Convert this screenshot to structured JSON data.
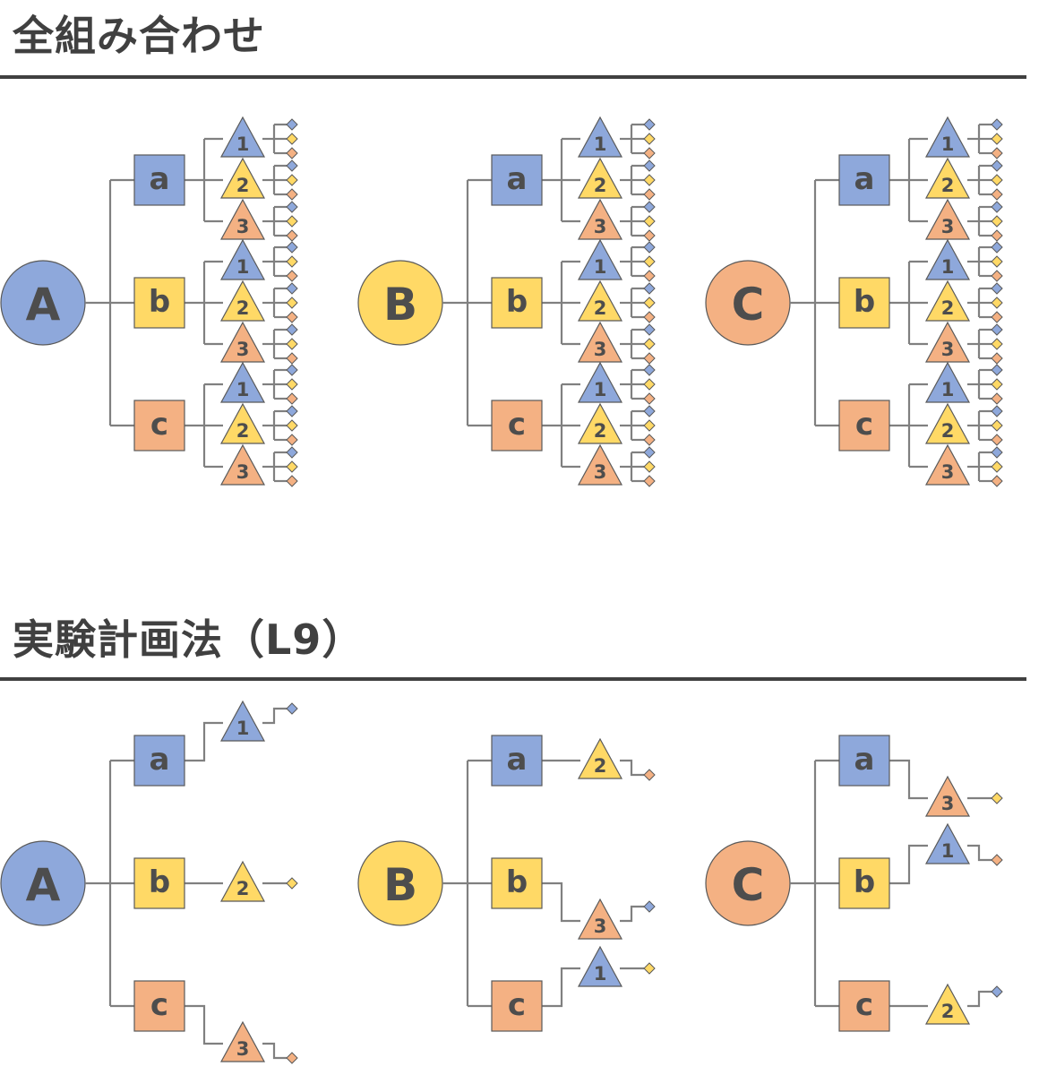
{
  "colors": {
    "blue": "#8EA8DB",
    "yellow": "#FFD966",
    "orange": "#F4B183",
    "line": "#808080",
    "border": "#595959",
    "text": "#4d4d4d"
  },
  "sections": [
    {
      "title": "全組み合わせ",
      "mode": "full",
      "trees": [
        {
          "root": "A",
          "root_color": "blue"
        },
        {
          "root": "B",
          "root_color": "yellow"
        },
        {
          "root": "C",
          "root_color": "orange"
        }
      ]
    },
    {
      "title": "実験計画法（L9）",
      "mode": "l9",
      "trees": [
        {
          "root": "A",
          "root_color": "blue",
          "runs": [
            [
              1,
              "blue"
            ],
            [
              2,
              "yellow"
            ],
            [
              3,
              "orange"
            ]
          ]
        },
        {
          "root": "B",
          "root_color": "yellow",
          "runs": [
            [
              2,
              "orange"
            ],
            [
              3,
              "blue"
            ],
            [
              1,
              "yellow"
            ]
          ]
        },
        {
          "root": "C",
          "root_color": "orange",
          "runs": [
            [
              3,
              "yellow"
            ],
            [
              1,
              "orange"
            ],
            [
              2,
              "blue"
            ]
          ]
        }
      ]
    }
  ],
  "level2": [
    {
      "label": "a",
      "color": "blue"
    },
    {
      "label": "b",
      "color": "yellow"
    },
    {
      "label": "c",
      "color": "orange"
    }
  ],
  "level3": [
    {
      "label": "1",
      "color": "blue"
    },
    {
      "label": "2",
      "color": "yellow"
    },
    {
      "label": "3",
      "color": "orange"
    }
  ],
  "level4_colors": [
    "blue",
    "yellow",
    "orange"
  ]
}
